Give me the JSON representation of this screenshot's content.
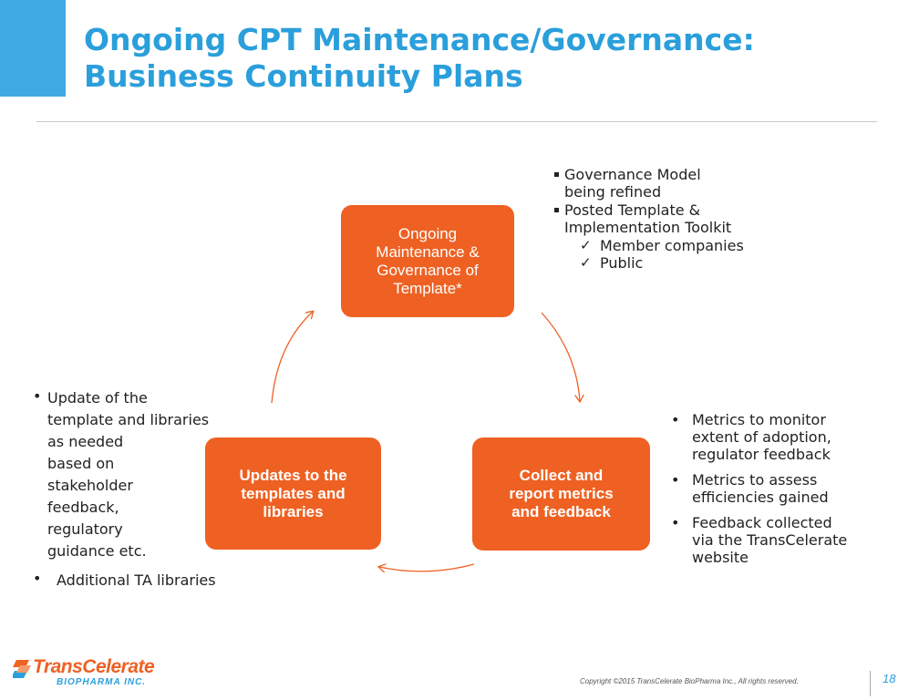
{
  "title": {
    "line1": "Ongoing CPT Maintenance/Governance:",
    "line2": "Business Continuity Plans"
  },
  "cycle": {
    "top_box": "Ongoing\nMaintenance &\nGovernance of\nTemplate*",
    "right_box": "Collect and\nreport metrics\nand feedback",
    "left_box": "Updates to the\ntemplates and\nlibraries"
  },
  "notes_top": {
    "items": [
      [
        "Governance Model",
        "being refined"
      ],
      [
        "Posted Template &",
        "Implementation Toolkit"
      ]
    ],
    "checks": [
      "Member companies",
      "Public"
    ]
  },
  "notes_right": {
    "items": [
      [
        "Metrics to monitor",
        "extent of adoption,",
        "regulator feedback"
      ],
      [
        "Metrics to assess",
        "efficiencies gained"
      ],
      [
        "Feedback collected",
        "via the TransCelerate",
        "website"
      ]
    ]
  },
  "notes_left": {
    "update_lines": [
      "Update of the",
      "template and libraries",
      "as needed",
      "based on",
      "stakeholder",
      "feedback,",
      "regulatory",
      "guidance etc."
    ],
    "additional": "Additional TA libraries"
  },
  "footer": {
    "logo_name": "TransCelerate",
    "logo_sub": "BIOPHARMA INC.",
    "copyright": "Copyright ©2015 TransCelerate BioPharma Inc., All rights reserved.",
    "page_number": "18"
  },
  "colors": {
    "accent_blue": "#3fa9e3",
    "box_orange": "#ee6123"
  }
}
